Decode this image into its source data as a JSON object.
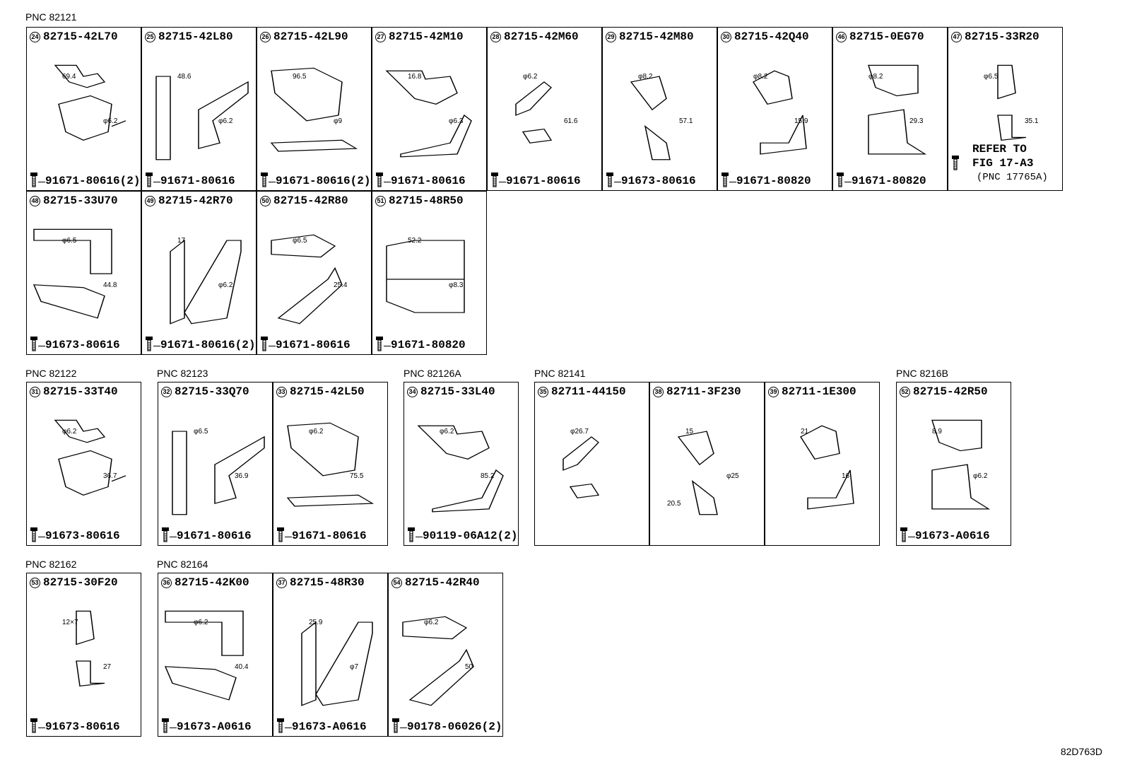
{
  "groups": [
    {
      "pnc": "PNC 82121",
      "cells": [
        {
          "num": "24",
          "part": "82715-42L70",
          "bolt": "91671-80616(2)",
          "dims": [
            "69.4",
            "φ6.2"
          ]
        },
        {
          "num": "25",
          "part": "82715-42L80",
          "bolt": "91671-80616",
          "dims": [
            "48.6",
            "φ6.2"
          ]
        },
        {
          "num": "26",
          "part": "82715-42L90",
          "bolt": "91671-80616(2)",
          "dims": [
            "96.5",
            "φ9"
          ]
        },
        {
          "num": "27",
          "part": "82715-42M10",
          "bolt": "91671-80616",
          "dims": [
            "16.8",
            "φ6.3"
          ]
        },
        {
          "num": "28",
          "part": "82715-42M60",
          "bolt": "91671-80616",
          "dims": [
            "φ6.2",
            "61.6"
          ]
        },
        {
          "num": "29",
          "part": "82715-42M80",
          "bolt": "91673-80616",
          "dims": [
            "φ8.2",
            "57.1"
          ]
        },
        {
          "num": "30",
          "part": "82715-42Q40",
          "bolt": "91671-80820",
          "dims": [
            "φ8.2",
            "15.9"
          ]
        },
        {
          "num": "46",
          "part": "82715-0EG70",
          "bolt": "91671-80820",
          "dims": [
            "φ8.2",
            "29.3"
          ]
        },
        {
          "num": "47",
          "part": "82715-33R20",
          "bolt": "",
          "dims": [
            "φ6.5",
            "35.1"
          ],
          "refer": [
            "REFER TO",
            "FIG 17-A3",
            "(PNC 17765A)"
          ]
        },
        {
          "num": "48",
          "part": "82715-33U70",
          "bolt": "91673-80616",
          "dims": [
            "φ6.5",
            "44.8"
          ]
        },
        {
          "num": "49",
          "part": "82715-42R70",
          "bolt": "91671-80616(2)",
          "dims": [
            "17",
            "φ6.2"
          ]
        },
        {
          "num": "50",
          "part": "82715-42R80",
          "bolt": "91671-80616",
          "dims": [
            "φ6.5",
            "25.4"
          ]
        },
        {
          "num": "51",
          "part": "82715-48R50",
          "bolt": "91671-80820",
          "dims": [
            "52.2",
            "φ8.3"
          ]
        }
      ]
    },
    {
      "pnc": "PNC 82122",
      "cells": [
        {
          "num": "31",
          "part": "82715-33T40",
          "bolt": "91673-80616",
          "dims": [
            "φ6.2",
            "36.7"
          ]
        }
      ]
    },
    {
      "pnc": "PNC 82123",
      "cells": [
        {
          "num": "32",
          "part": "82715-33Q70",
          "bolt": "91671-80616",
          "dims": [
            "φ6.5",
            "36.9"
          ]
        },
        {
          "num": "33",
          "part": "82715-42L50",
          "bolt": "91671-80616",
          "dims": [
            "φ6.2",
            "75.5"
          ]
        }
      ]
    },
    {
      "pnc": "PNC 82126A",
      "cells": [
        {
          "num": "34",
          "part": "82715-33L40",
          "bolt": "90119-06A12(2)",
          "dims": [
            "φ6.2",
            "85.2"
          ]
        }
      ]
    },
    {
      "pnc": "PNC 82141",
      "cells": [
        {
          "num": "35",
          "part": "82711-44150",
          "bolt": "",
          "dims": [
            "φ26.7"
          ]
        },
        {
          "num": "38",
          "part": "82711-3F230",
          "bolt": "",
          "dims": [
            "15",
            "φ25",
            "20.5"
          ]
        },
        {
          "num": "39",
          "part": "82711-1E300",
          "bolt": "",
          "dims": [
            "21",
            "16"
          ]
        }
      ]
    },
    {
      "pnc": "PNC 8216B",
      "cells": [
        {
          "num": "52",
          "part": "82715-42R50",
          "bolt": "91673-A0616",
          "dims": [
            "8.9",
            "φ6.2"
          ]
        }
      ]
    },
    {
      "pnc": "PNC 82162",
      "cells": [
        {
          "num": "53",
          "part": "82715-30F20",
          "bolt": "91673-80616",
          "dims": [
            "12×7",
            "27"
          ]
        }
      ]
    },
    {
      "pnc": "PNC 82164",
      "cells": [
        {
          "num": "36",
          "part": "82715-42K00",
          "bolt": "91673-A0616",
          "dims": [
            "φ6.2",
            "40.4"
          ]
        },
        {
          "num": "37",
          "part": "82715-48R30",
          "bolt": "91673-A0616",
          "dims": [
            "25.9",
            "φ7"
          ]
        },
        {
          "num": "54",
          "part": "82715-42R40",
          "bolt": "90178-06026(2)",
          "dims": [
            "φ6.2",
            "50"
          ]
        }
      ]
    }
  ],
  "illustration_code": "82D763D"
}
